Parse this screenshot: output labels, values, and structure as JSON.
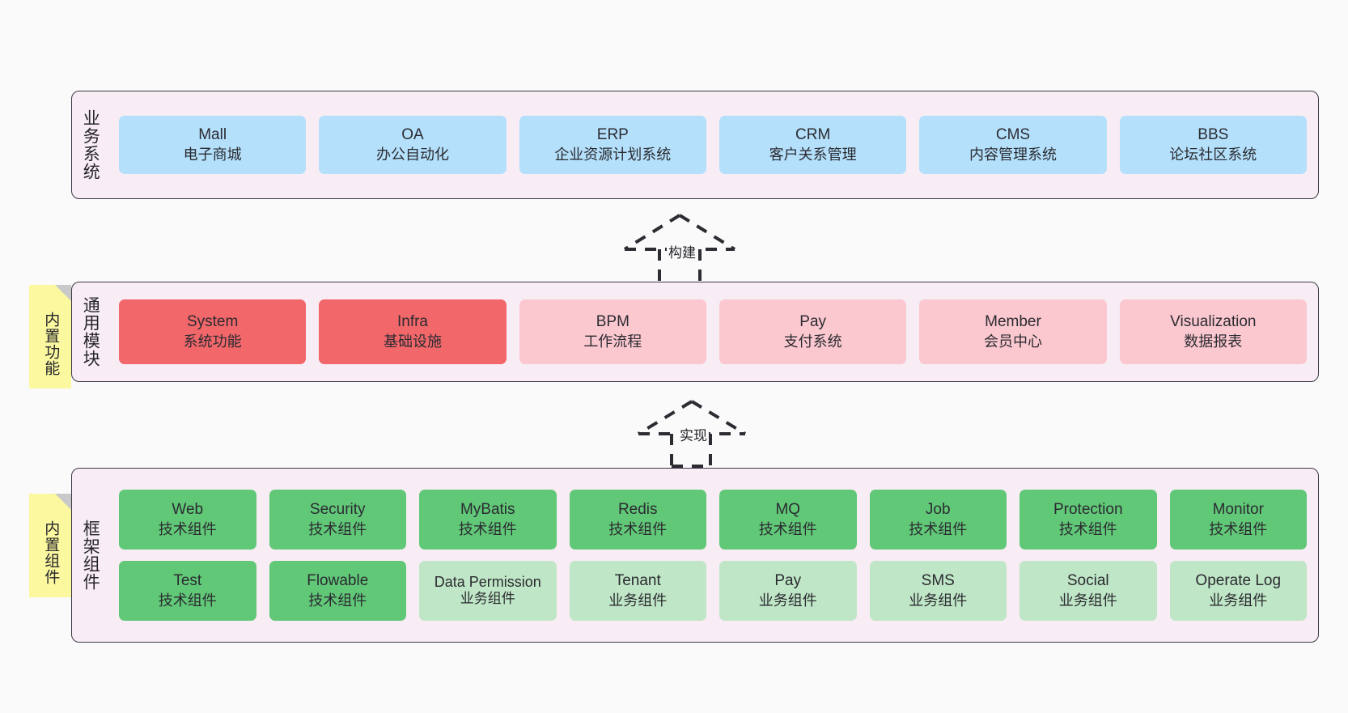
{
  "layers": [
    {
      "id": "business-systems",
      "title": "业务系统",
      "palette": "c-blue",
      "rows": [
        [
          {
            "t1": "Mall",
            "t2": "电子商城"
          },
          {
            "t1": "OA",
            "t2": "办公自动化"
          },
          {
            "t1": "ERP",
            "t2": "企业资源计划系统"
          },
          {
            "t1": "CRM",
            "t2": "客户关系管理"
          },
          {
            "t1": "CMS",
            "t2": "内容管理系统"
          },
          {
            "t1": "BBS",
            "t2": "论坛社区系统"
          }
        ]
      ]
    },
    {
      "id": "common-modules",
      "title": "通用模块",
      "rows": [
        [
          {
            "t1": "System",
            "t2": "系统功能",
            "palette": "c-red"
          },
          {
            "t1": "Infra",
            "t2": "基础设施",
            "palette": "c-red"
          },
          {
            "t1": "BPM",
            "t2": "工作流程",
            "palette": "c-pink"
          },
          {
            "t1": "Pay",
            "t2": "支付系统",
            "palette": "c-pink"
          },
          {
            "t1": "Member",
            "t2": "会员中心",
            "palette": "c-pink"
          },
          {
            "t1": "Visualization",
            "t2": "数据报表",
            "palette": "c-pink"
          }
        ]
      ]
    },
    {
      "id": "framework-components",
      "title": "框架组件",
      "rows": [
        [
          {
            "t1": "Web",
            "t2": "技术组件",
            "palette": "c-green"
          },
          {
            "t1": "Security",
            "t2": "技术组件",
            "palette": "c-green"
          },
          {
            "t1": "MyBatis",
            "t2": "技术组件",
            "palette": "c-green"
          },
          {
            "t1": "Redis",
            "t2": "技术组件",
            "palette": "c-green"
          },
          {
            "t1": "MQ",
            "t2": "技术组件",
            "palette": "c-green"
          },
          {
            "t1": "Job",
            "t2": "技术组件",
            "palette": "c-green"
          },
          {
            "t1": "Protection",
            "t2": "技术组件",
            "palette": "c-green"
          },
          {
            "t1": "Monitor",
            "t2": "技术组件",
            "palette": "c-green"
          }
        ],
        [
          {
            "t1": "Test",
            "t2": "技术组件",
            "palette": "c-green"
          },
          {
            "t1": "Flowable",
            "t2": "技术组件",
            "palette": "c-green"
          },
          {
            "t1": "Data Permission",
            "t2": "业务组件",
            "palette": "c-lightgreen",
            "small": true
          },
          {
            "t1": "Tenant",
            "t2": "业务组件",
            "palette": "c-lightgreen"
          },
          {
            "t1": "Pay",
            "t2": "业务组件",
            "palette": "c-lightgreen"
          },
          {
            "t1": "SMS",
            "t2": "业务组件",
            "palette": "c-lightgreen"
          },
          {
            "t1": "Social",
            "t2": "业务组件",
            "palette": "c-lightgreen"
          },
          {
            "t1": "Operate Log",
            "t2": "业务组件",
            "palette": "c-lightgreen"
          }
        ]
      ]
    }
  ],
  "notes": [
    {
      "id": "builtin-features",
      "text": "内置功能"
    },
    {
      "id": "builtin-components",
      "text": "内置组件"
    }
  ],
  "arrows": [
    {
      "id": "build",
      "label": "构建"
    },
    {
      "id": "implement",
      "label": "实现"
    }
  ],
  "colors": {
    "panel_bg": "#f8ecf5",
    "panel_border": "#3d3a47",
    "canvas_bg": "#fafafa",
    "blue": "#b4e0fb",
    "red": "#f2676a",
    "pink": "#fbc8d0",
    "green": "#61c878",
    "light_green": "#bfe6c6",
    "note_yellow": "#fbf8a0",
    "note_fold": "#c9c9c9",
    "text": "#24242a"
  }
}
